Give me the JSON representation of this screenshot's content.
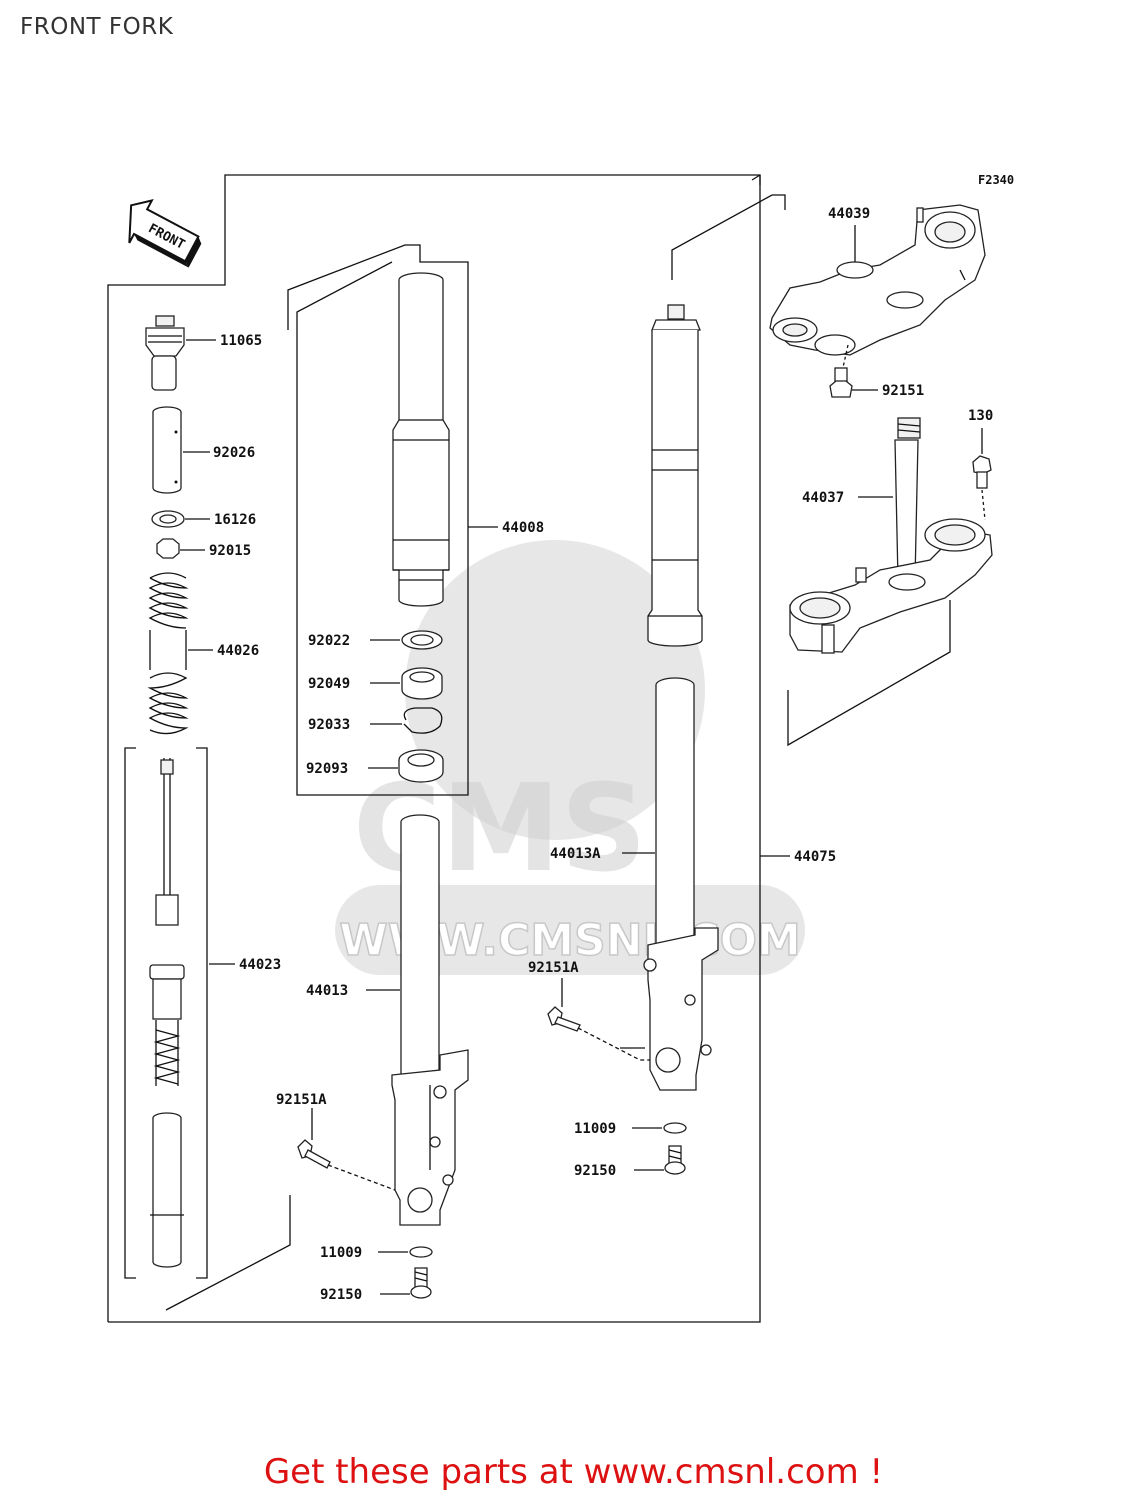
{
  "page_title": "FRONT FORK",
  "figure_code": "F2340",
  "front_arrow_label": "FRONT",
  "watermark": {
    "brand": "CMS",
    "url": "WWW.CMSNL.COM"
  },
  "parts": [
    {
      "id": "p-11065",
      "label": "11065"
    },
    {
      "id": "p-92026",
      "label": "92026"
    },
    {
      "id": "p-16126",
      "label": "16126"
    },
    {
      "id": "p-92015",
      "label": "92015"
    },
    {
      "id": "p-44026",
      "label": "44026"
    },
    {
      "id": "p-44023",
      "label": "44023"
    },
    {
      "id": "p-44008",
      "label": "44008"
    },
    {
      "id": "p-92022",
      "label": "92022"
    },
    {
      "id": "p-92049",
      "label": "92049"
    },
    {
      "id": "p-92033",
      "label": "92033"
    },
    {
      "id": "p-92093",
      "label": "92093"
    },
    {
      "id": "p-44013",
      "label": "44013"
    },
    {
      "id": "p-92151A-left",
      "label": "92151A"
    },
    {
      "id": "p-11009-left",
      "label": "11009"
    },
    {
      "id": "p-92150-left",
      "label": "92150"
    },
    {
      "id": "p-44013A",
      "label": "44013A"
    },
    {
      "id": "p-44075",
      "label": "44075"
    },
    {
      "id": "p-92151A-right",
      "label": "92151A"
    },
    {
      "id": "p-11009-right",
      "label": "11009"
    },
    {
      "id": "p-92150-right",
      "label": "92150"
    },
    {
      "id": "p-44039",
      "label": "44039"
    },
    {
      "id": "p-92151",
      "label": "92151"
    },
    {
      "id": "p-130",
      "label": "130"
    },
    {
      "id": "p-44037",
      "label": "44037"
    }
  ],
  "cta": {
    "text": "Get these parts at www.cmsnl.com !"
  },
  "colors": {
    "cta": "#dd1111",
    "line": "#111111",
    "watermark": "#d4d4d4"
  }
}
